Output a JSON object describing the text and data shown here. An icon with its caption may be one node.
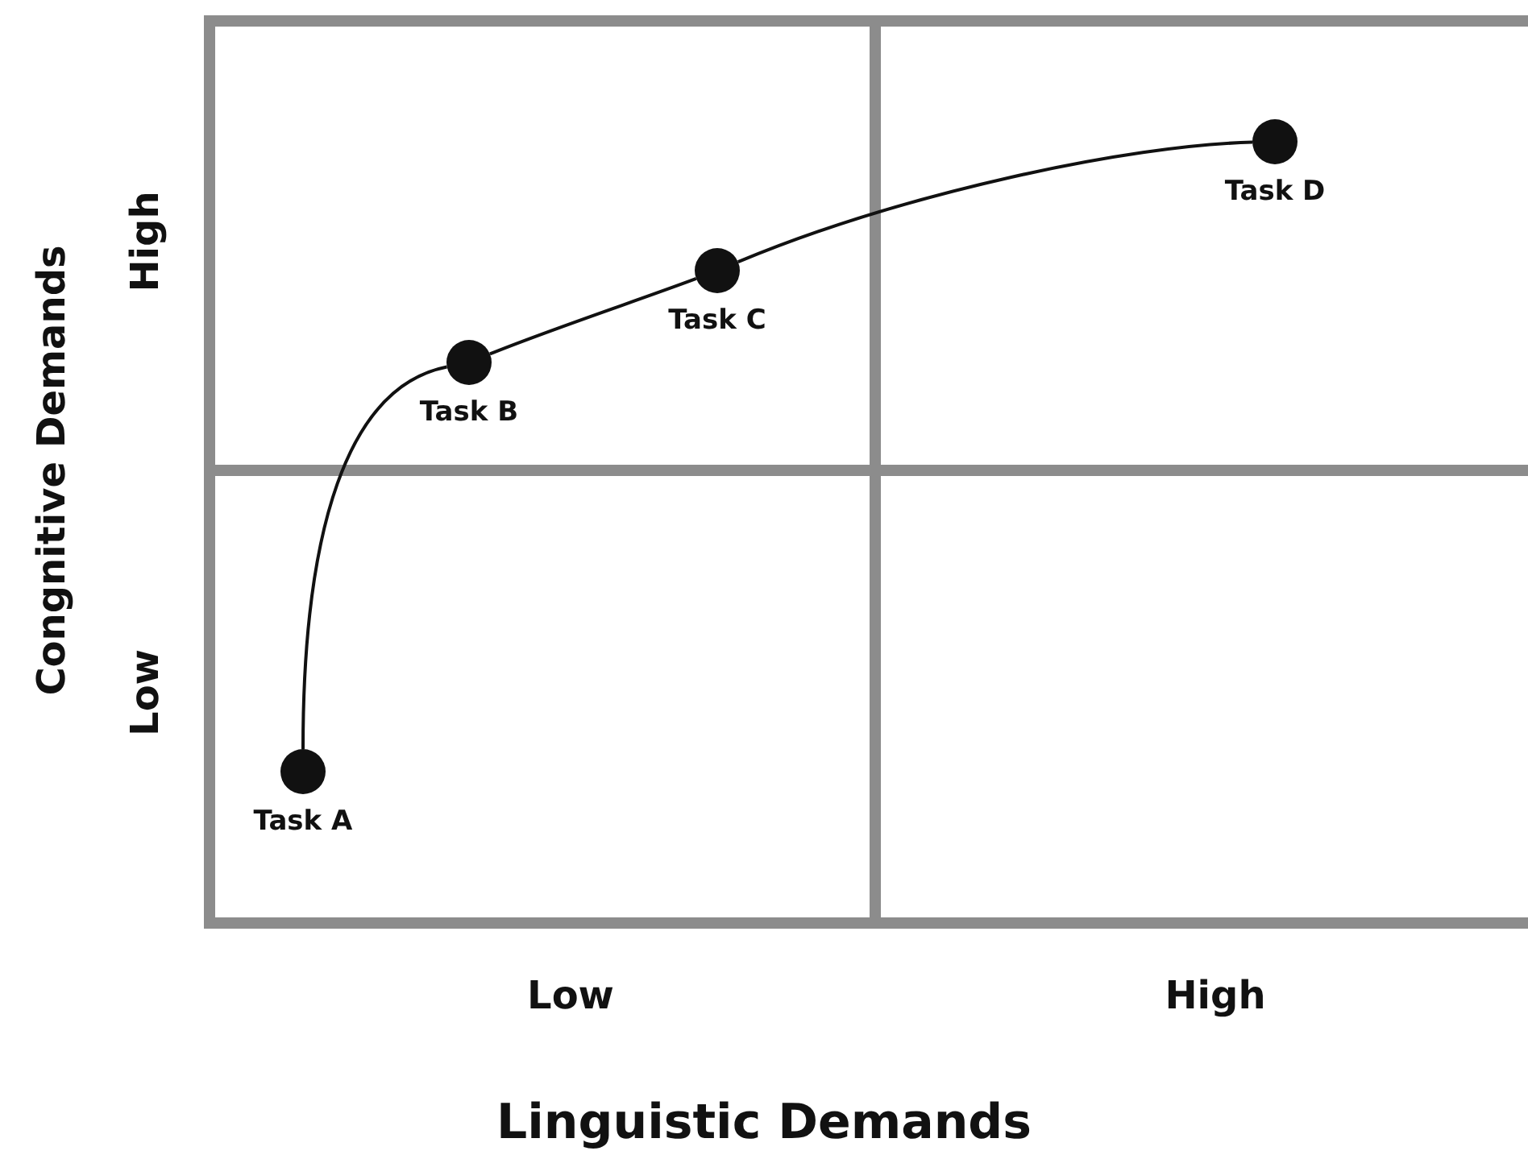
{
  "diagram": {
    "nodes": [
      {
        "text": [],
        "shape": "circle",
        "beside": [
          "Task A"
        ]
      },
      {
        "text": [],
        "shape": "circle",
        "beside": [
          "Task B"
        ]
      },
      {
        "text": [],
        "shape": "circle",
        "beside": [
          "Task C"
        ]
      },
      {
        "text": [],
        "shape": "circle",
        "beside": [
          "Task D"
        ]
      }
    ],
    "edges": [
      {
        "from": 0,
        "to": 1,
        "arrow": "none"
      },
      {
        "from": 1,
        "to": 2,
        "arrow": "none"
      },
      {
        "from": 2,
        "to": 3,
        "arrow": "none"
      }
    ],
    "labels": [
      "Congnitive Demands",
      "High",
      "Low",
      "Low",
      "High",
      "Linguistic Demands"
    ]
  }
}
